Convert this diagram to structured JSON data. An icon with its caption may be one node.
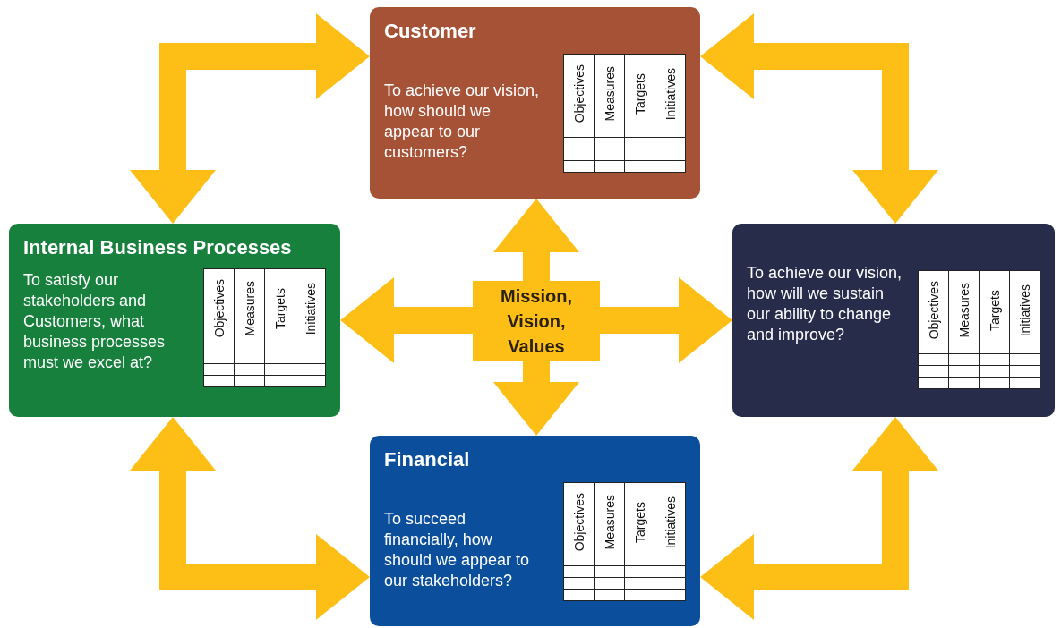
{
  "diagram": {
    "nodes": [
      {
        "text": [
          "Customer",
          "To achieve our vision, how should we appear to our customers?"
        ]
      },
      {
        "text": [
          "Internal Business Processes",
          "To satisfy our stakeholders and Customers, what business processes must we excel at?"
        ]
      },
      {
        "text": [
          "Mission, Vision, Values"
        ]
      },
      {
        "text": [
          "To achieve our vision, how will we sustain our ability to change and improve?"
        ]
      },
      {
        "text": [
          "Financial",
          "To succeed financially, how should we appear to our stakeholders?"
        ]
      }
    ],
    "edges": [
      {
        "from": 2,
        "to": 0,
        "arrow": "to"
      },
      {
        "from": 2,
        "to": 1,
        "arrow": "to"
      },
      {
        "from": 2,
        "to": 3,
        "arrow": "to"
      },
      {
        "from": 2,
        "to": 4,
        "arrow": "to"
      },
      {
        "from": 1,
        "to": 0,
        "arrow": "both"
      },
      {
        "from": 0,
        "to": 3,
        "arrow": "both"
      },
      {
        "from": 1,
        "to": 4,
        "arrow": "both"
      },
      {
        "from": 4,
        "to": 3,
        "arrow": "both"
      }
    ],
    "labels": [
      "Objectives",
      "Measures",
      "Targets",
      "Initiatives",
      "Objectives",
      "Measures",
      "Targets",
      "Initiatives",
      "Objectives",
      "Measures",
      "Targets",
      "Initiatives",
      "Objectives",
      "Measures",
      "Targets",
      "Initiatives"
    ]
  }
}
